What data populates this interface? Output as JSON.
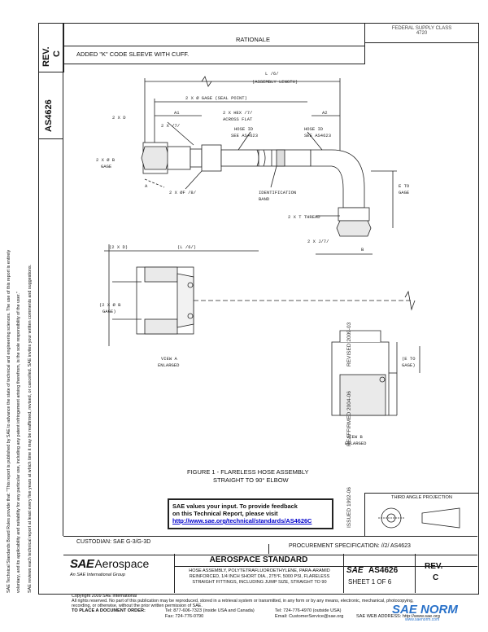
{
  "side_left": {
    "rev_label": "REV.",
    "rev_value": "C",
    "doc_number": "AS4626",
    "disclaimer_1": "SAE Technical Standards Board Rules provide that: \"This report is published by SAE to advance the state of technical and engineering sciences. The use of this report is entirely",
    "disclaimer_2": "voluntary, and its applicability and suitability for any particular use, including any patent infringement arising therefrom, is the sole responsibility of the user.\"",
    "disclaimer_3": "SAE reviews each technical report at least every five years at which time it may be reaffirmed, revised, or cancelled. SAE invites your written comments and suggestions."
  },
  "top_right": {
    "line1": "FEDERAL SUPPLY CLASS",
    "line2": "4720"
  },
  "rationale": {
    "heading": "RATIONALE",
    "text": "ADDED \"K\" CODE SLEEVE WITH CUFF."
  },
  "drawing_labels": {
    "length": "L /6/",
    "assembly_length": "(ASSEMBLY LENGTH)",
    "gage_seal": "2 X Ø GAGE (SEAL POINT)",
    "two_x_d": "2 X D",
    "a1": "A1",
    "a2": "A2",
    "two_x_7": "2 X /7/",
    "hex_across": "2 X HEX /7/",
    "across_flat": "ACROSS FLAT",
    "hose_id_1": "HOSE ID",
    "hose_id_1b": "SEE AS4623",
    "hose_id_2": "HOSE ID",
    "hose_id_2b": "SEE AS4623",
    "gage_b": "2 X Ø B",
    "gage": "GAGE",
    "dia_f": "2 X ØF /8/",
    "ident_band": "IDENTIFICATION",
    "band": "BAND",
    "thread": "2 X T THREAD",
    "e_to_gage": "E TO",
    "e_to_gage_b": "GAGE",
    "two_x_j": "2 X J/7/",
    "view_a_label": "A",
    "view_b_label": "B",
    "two_x_d_paren": "(2 X D)",
    "l6_paren": "(L /6/)",
    "gage_b_paren": "(2 X Ø B",
    "gage_paren": "GAGE)",
    "e_to_gage_paren": "(E TO",
    "e_to_gage_paren_b": "GAGE)",
    "view_a": "VIEW A",
    "enlarged_a": "ENLARGED",
    "view_b": "VIEW B",
    "enlarged_b": "ENLARGED"
  },
  "figure": {
    "title_1": "FIGURE 1 - FLARELESS HOSE ASSEMBLY",
    "title_2": "STRAIGHT TO 90° ELBOW"
  },
  "dates_vertical": {
    "issued": "ISSUED 1992-06",
    "reaffirmed": "REAFFIRMED 2004-06",
    "revised": "REVISED 2009-03"
  },
  "feedback": {
    "line1": "SAE values your input. To provide feedback",
    "line2": "on this Technical Report, please visit",
    "link": "http://www.sae.org/technical/standards/AS4626C"
  },
  "third_angle": "THIRD ANGLE PROJECTION",
  "custodian": "CUSTODIAN: SAE G-3/G-3D",
  "procurement": "PROCUREMENT SPECIFICATION: //2/ AS4623",
  "title_block": {
    "logo_sae": "SAE",
    "logo_aerospace": "Aerospace",
    "logo_sub": "An SAE International Group",
    "standard": "AEROSPACE STANDARD",
    "desc_1": "HOSE ASSEMBLY, POLYTETRAFLUOROETHYLENE, PARA-ARAMID",
    "desc_2": "REINFORCED, 1/4 INCH SHORT DIA., 275°F, 5000 PSI, FLARELESS",
    "desc_3": "STRAIGHT FITTINGS, INCLUDING JUMP SIZE, STRAIGHT TO 90",
    "sae_small": "SAE",
    "number": "AS4626",
    "sheet": "SHEET 1 OF 6",
    "rev_label": "REV.",
    "rev_value": "C"
  },
  "footer": {
    "copyright": "Copyright 2009 SAE International",
    "rights_1": "All rights reserved. No part of this publication may be reproduced, stored in a retrieval system or transmitted, in any form or by any means, electronic, mechanical, photocopying,",
    "rights_2": "recording, or otherwise, without the prior written permission of SAE.",
    "order_label": "TO PLACE A DOCUMENT ORDER:",
    "tel1": "Tel:  877-606-7323 (inside USA and Canada)",
    "tel2": "Tel:  724-776-4970 (outside USA)",
    "fax": "Fax:  724-776-0790",
    "email": "Email: CustomerService@sae.org",
    "web": "SAE WEB ADDRESS:  http://www.sae.org"
  },
  "watermark": {
    "main": "SAE NORM",
    "sub": "www.saenorm.com"
  }
}
